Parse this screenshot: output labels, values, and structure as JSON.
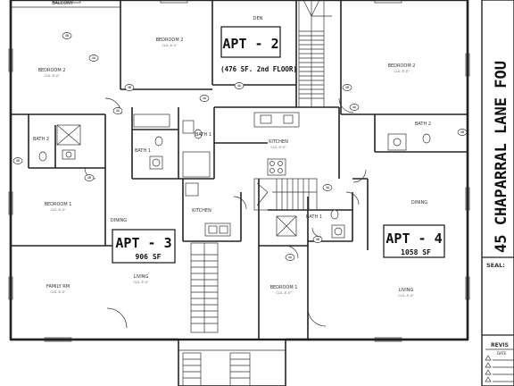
{
  "rooms": {
    "balcony": "BALCONY",
    "bedroom2_top_center": "BEDROOM 2",
    "den": "DEN",
    "bedroom2_left": "BEDROOM 2",
    "bedroom2_right": "BEDROOM 2",
    "bath2_left": "BATH 2",
    "bath1_center": "BATH 1",
    "bath1_upper": "BATH 1",
    "bath2_right": "BATH 2",
    "kitchen_center": "KITCHEN",
    "bedroom1_left": "BEDROOM 1",
    "dining_left": "DINING",
    "kitchen_lower": "KITCHEN",
    "dining_right": "DINING",
    "bath1_lower": "BATH 1",
    "family_rm": "FAMILY RM",
    "living_left": "LIVING",
    "bedroom1_center": "BEDROOM 1",
    "living_right": "LIVING"
  },
  "ceiling_height": "CLG. 8'-0\"",
  "units": {
    "apt2": {
      "name": "APT - 2",
      "area": "(476 SF. 2nd FLOOR)"
    },
    "apt3": {
      "name": "APT - 3",
      "area": "906 SF"
    },
    "apt4": {
      "name": "APT - 4",
      "area": "1058 SF"
    }
  },
  "title_block": {
    "project_title": "45 CHAPARRAL LANE FOU",
    "seal_label": "SEAL:",
    "revisions_label": "REVIS",
    "date_label": "DATE"
  },
  "tags": [
    "4B",
    "4A",
    "4B",
    "4A",
    "4A",
    "4B",
    "4A",
    "4B",
    "4A",
    "4B",
    "4A",
    "4B",
    "4A",
    "4B"
  ]
}
